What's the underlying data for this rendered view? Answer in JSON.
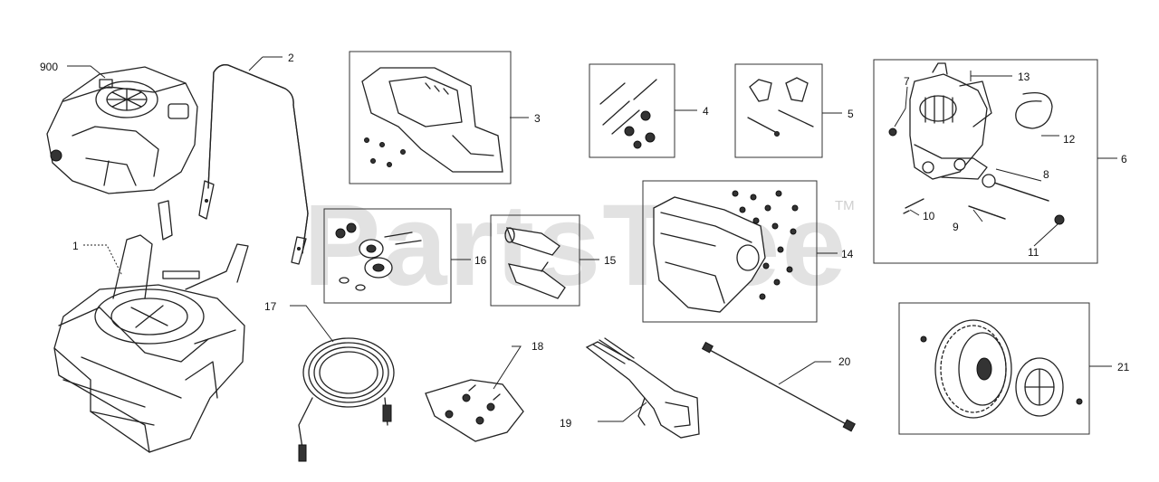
{
  "watermark": {
    "text": "PartsTree",
    "trademark": "TM"
  },
  "labels": {
    "p900": "900",
    "p1": "1",
    "p2": "2",
    "p3": "3",
    "p4": "4",
    "p5": "5",
    "p6": "6",
    "p7": "7",
    "p8": "8",
    "p9": "9",
    "p10": "10",
    "p11": "11",
    "p12": "12",
    "p13": "13",
    "p14": "14",
    "p15": "15",
    "p16": "16",
    "p17": "17",
    "p18": "18",
    "p19": "19",
    "p20": "20",
    "p21": "21"
  }
}
